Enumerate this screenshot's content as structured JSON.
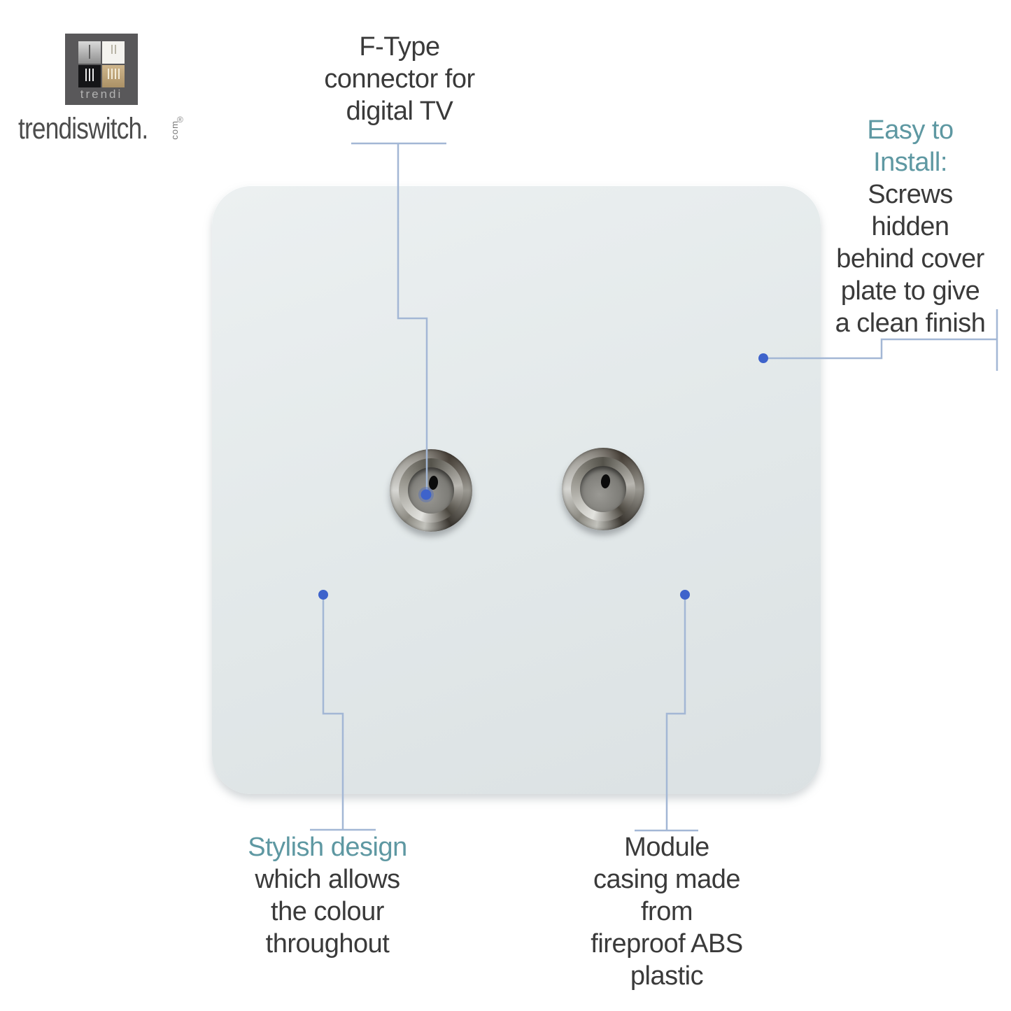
{
  "brand": {
    "logo_tile_label": "trendi",
    "wordmark": "trendiswitch.",
    "wordmark_domain": "com",
    "registered_mark": "®"
  },
  "callouts": {
    "top": {
      "lines": [
        "F-Type",
        "connector for",
        "digital TV"
      ]
    },
    "right": {
      "heading_lines": [
        "Easy to",
        "Install:"
      ],
      "lines": [
        "Screws",
        "hidden",
        "behind cover",
        "plate to give",
        "a clean finish"
      ]
    },
    "bottom_left": {
      "heading_lines": [
        "Stylish design"
      ],
      "lines": [
        "which allows",
        "the colour",
        "throughout"
      ]
    },
    "bottom_right": {
      "lines": [
        "Module",
        "casing made",
        "from",
        "fireproof ABS",
        "plastic"
      ]
    }
  },
  "colors": {
    "heading_teal": "#5e98a2",
    "body_text": "#3a3a3a",
    "callout_line": "#a3b7d5",
    "callout_dot": "#3e63cb",
    "plate": "#e3e9ea",
    "logo_background": "#59585a"
  },
  "product": {
    "connector_count": "2"
  }
}
